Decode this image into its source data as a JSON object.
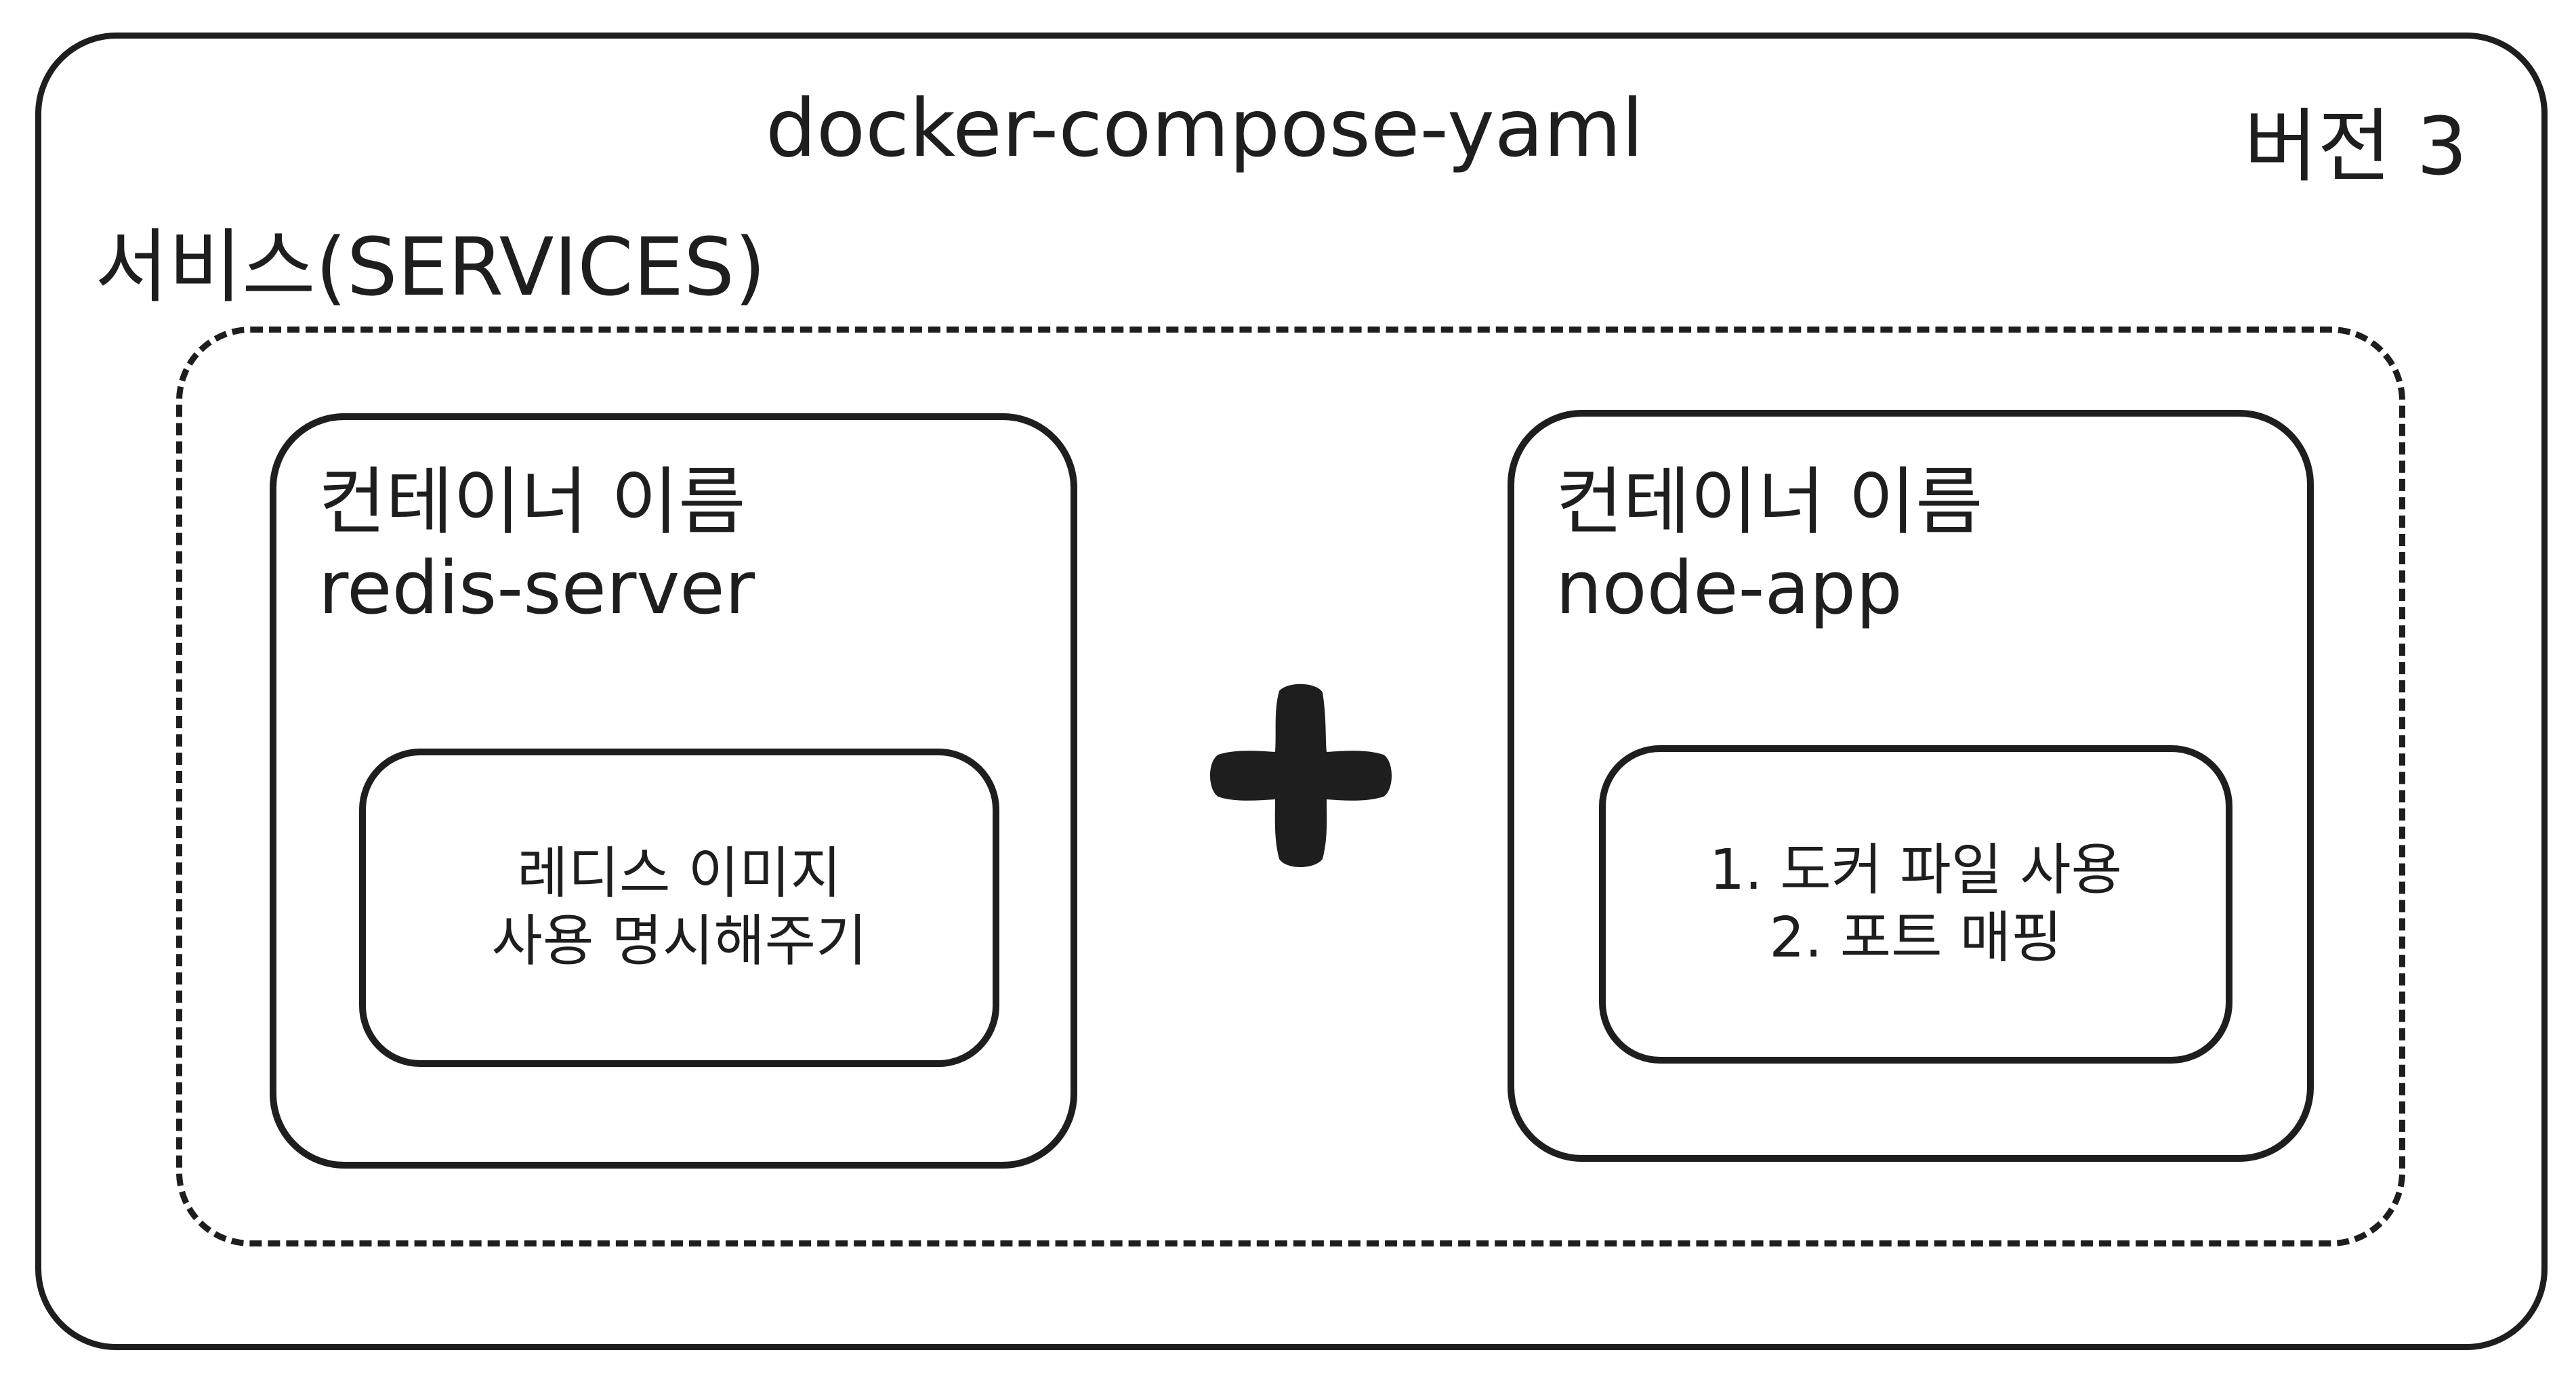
{
  "compose": {
    "title": "docker-compose-yaml",
    "version_label": "버전 3",
    "services_label": "서비스(SERVICES)"
  },
  "containers": [
    {
      "name_label": "컨테이너 이름",
      "name": "redis-server",
      "details": [
        "레디스 이미지",
        "사용 명시해주기"
      ]
    },
    {
      "name_label": "컨테이너 이름",
      "name": "node-app",
      "details": [
        "1. 도커 파일 사용",
        "2. 포트 매핑"
      ]
    }
  ],
  "connector_icon": "plus-icon",
  "colors": {
    "stroke": "#1e1e1e",
    "background": "#ffffff"
  }
}
